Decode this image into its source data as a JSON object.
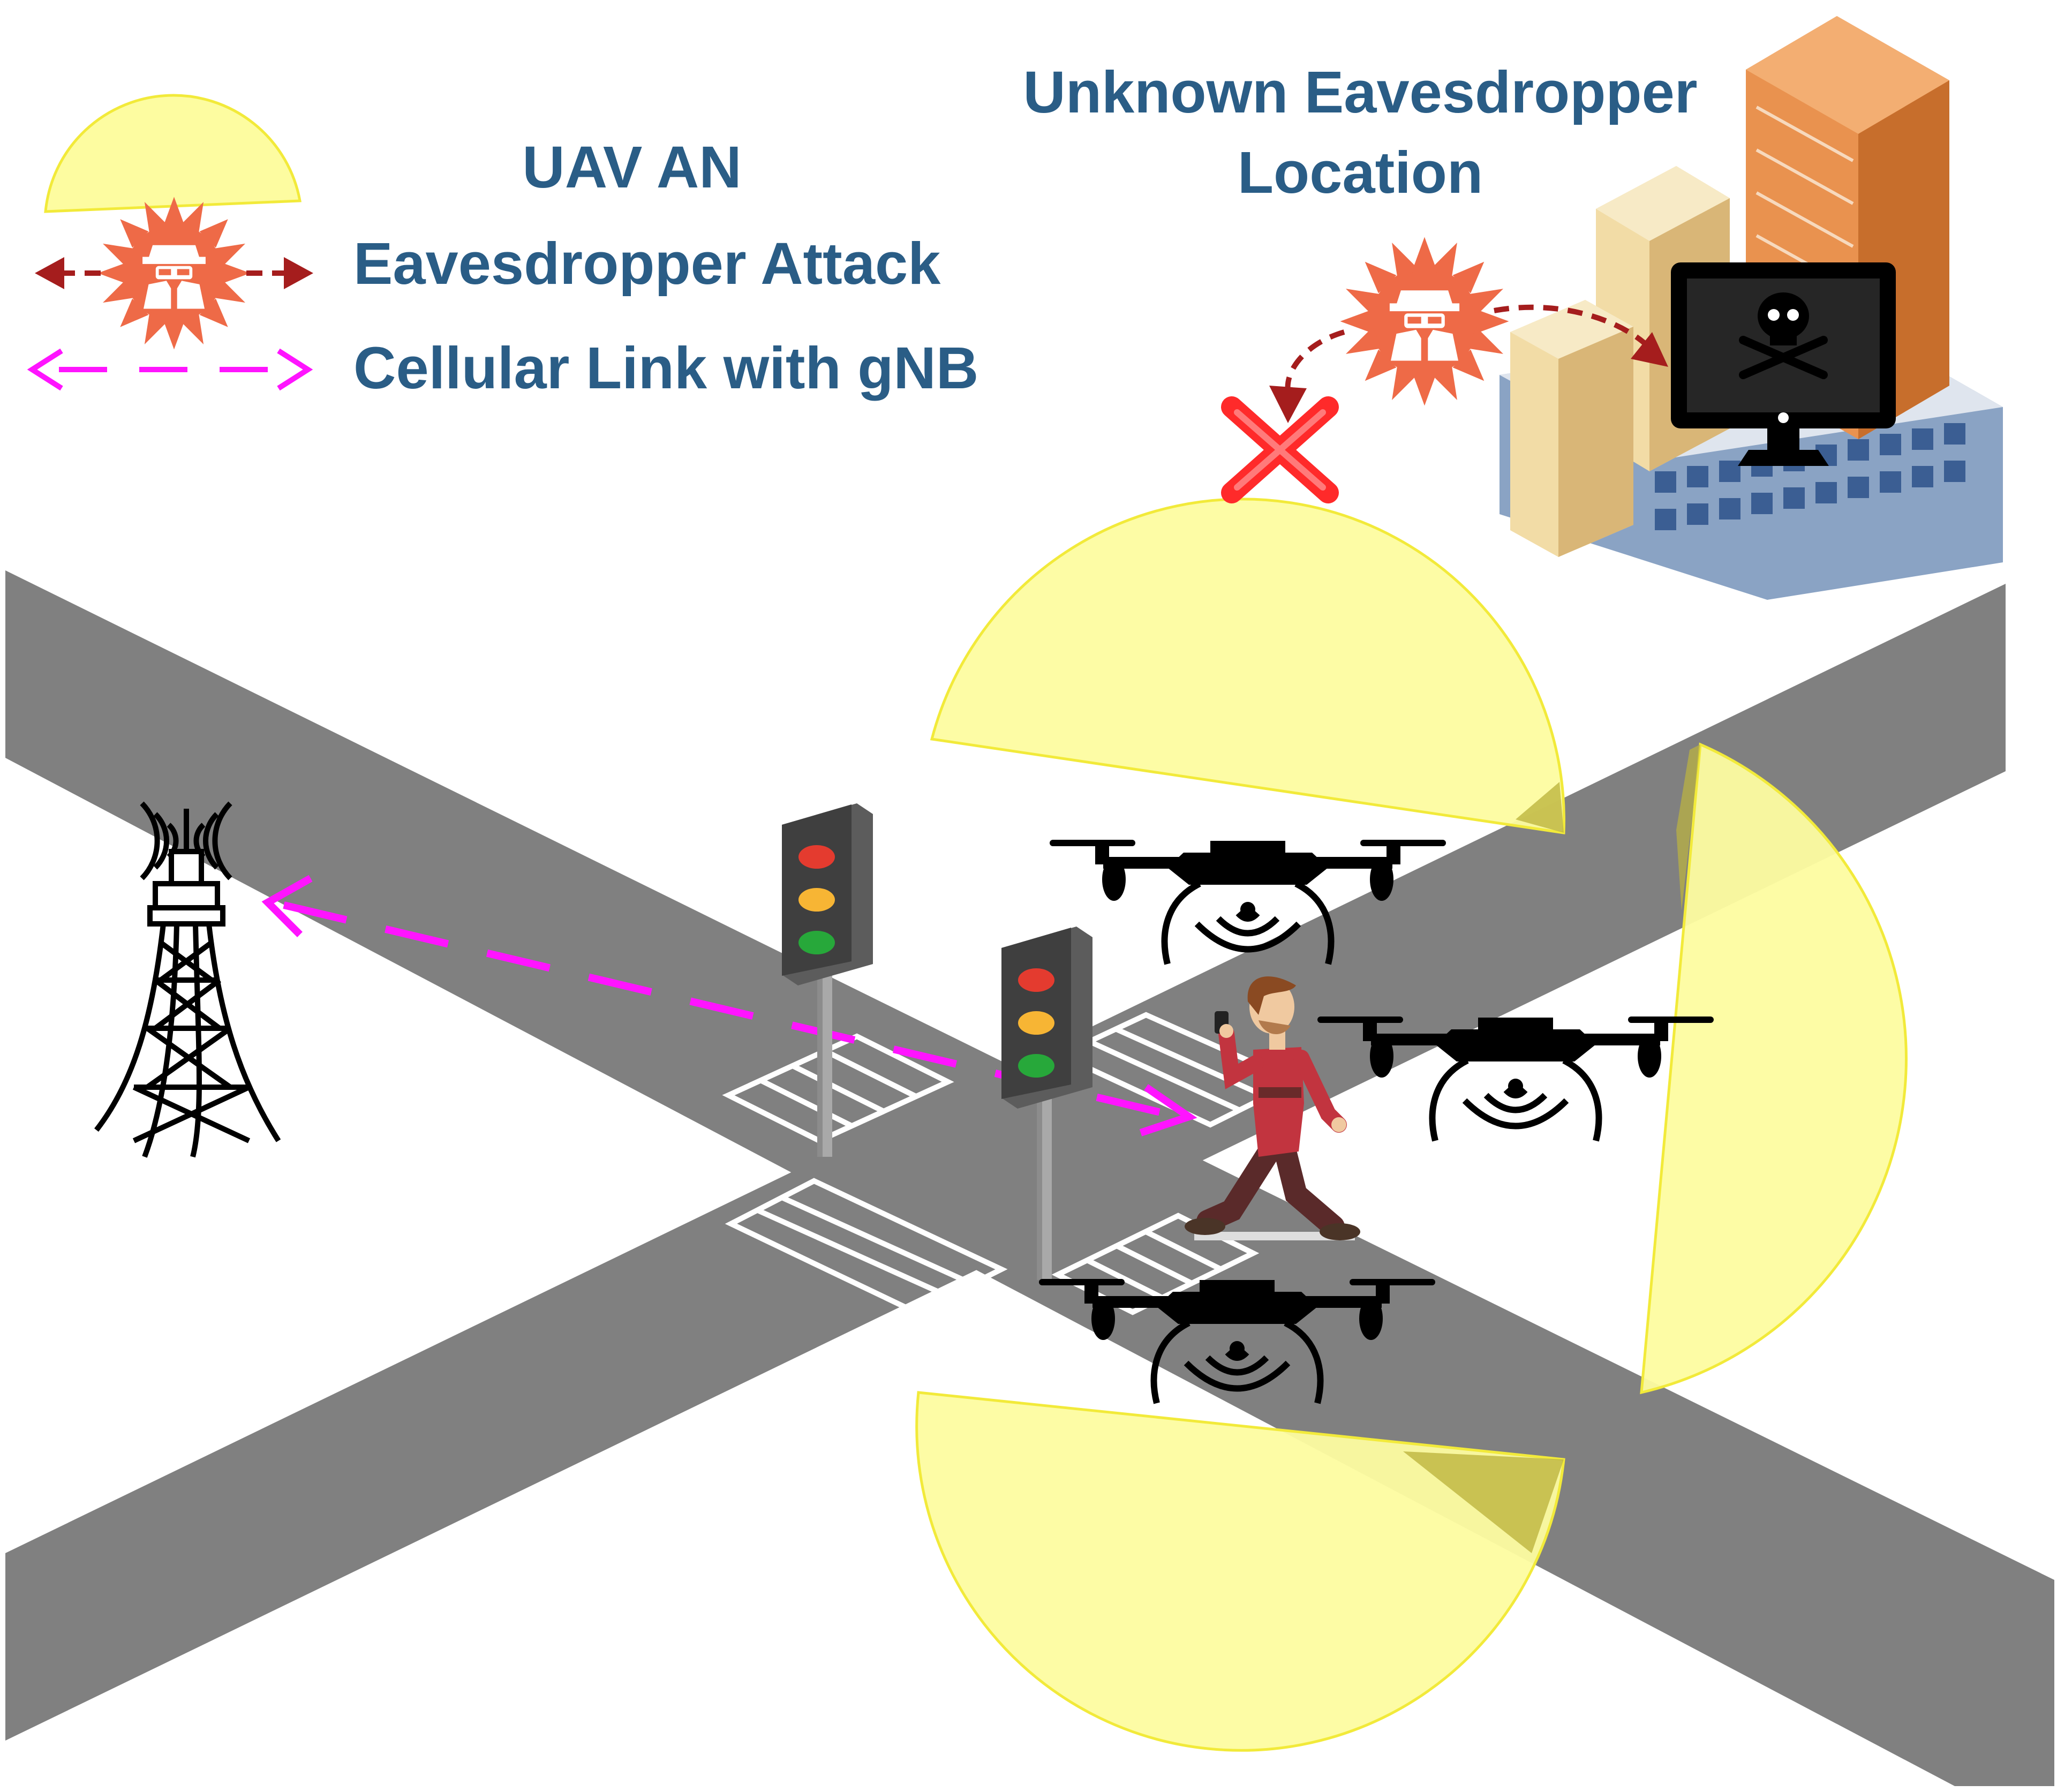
{
  "legend": {
    "uav_an_label": "UAV AN",
    "attack_label": "Eavesdropper Attack",
    "cellular_label": "Cellular Link with gNB"
  },
  "eavesdropper_location": {
    "line1": "Unknown Eavesdropper",
    "line2": "Location"
  },
  "colors": {
    "label_text": "#2a5d86",
    "an_beam_fill": "#fdfca0",
    "an_beam_stroke": "#f2ea3a",
    "road": "#808080",
    "crosswalk": "#ffffff",
    "cellular_link": "#ff14ff",
    "attack_arrow": "#a51d1d",
    "eavesdropper_badge": "#ee6a47",
    "blocked_marker": "#ff2a2a"
  },
  "icons": [
    "antenna-tower-icon",
    "drone-icon",
    "traffic-light-icon",
    "pedestrian-icon",
    "hacker-icon",
    "skull-monitor-icon",
    "building-icon",
    "blocked-x-icon"
  ]
}
